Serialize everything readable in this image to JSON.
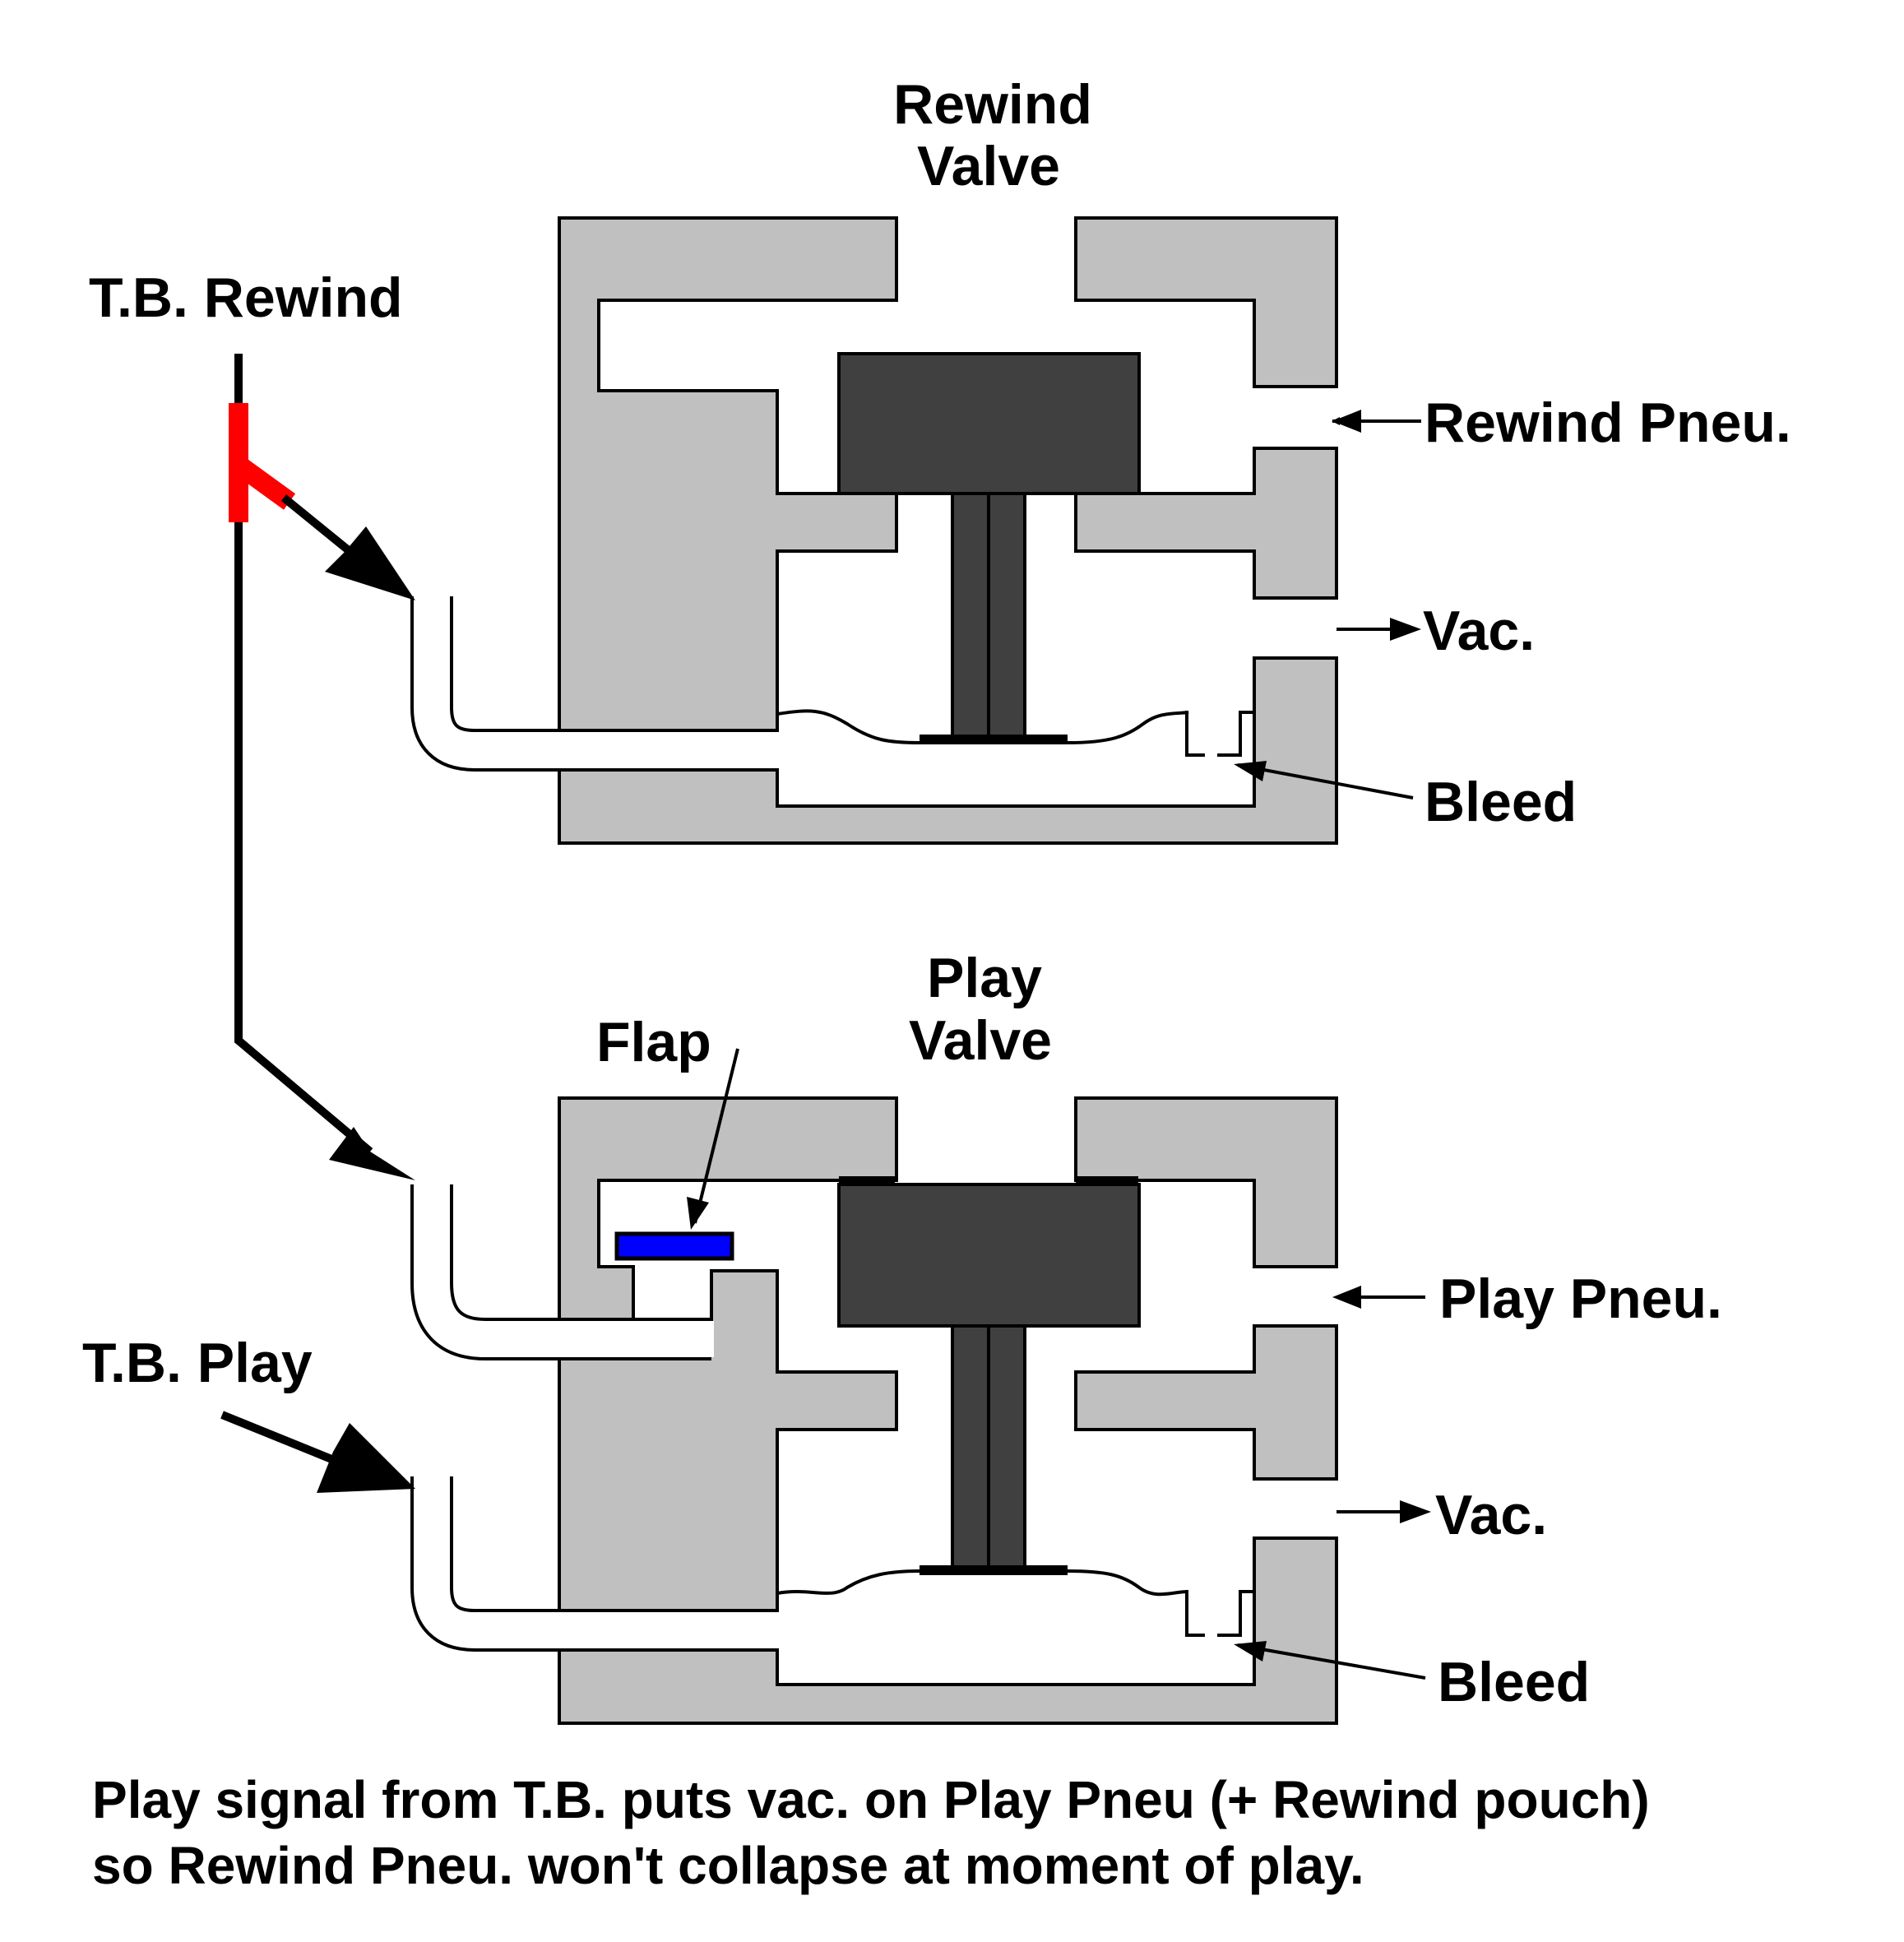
{
  "labels": {
    "rewind_valve_line1": "Rewind",
    "rewind_valve_line2": "Valve",
    "tb_rewind": "T.B. Rewind",
    "rewind_pneu": "Rewind Pneu.",
    "vac_top": "Vac.",
    "bleed_top": "Bleed",
    "play_valve_line1": "Play",
    "play_valve_line2": "Valve",
    "flap": "Flap",
    "play_pneu": "Play Pneu.",
    "tb_play": "T.B. Play",
    "vac_bottom": "Vac.",
    "bleed_bottom": "Bleed"
  },
  "caption": {
    "line1": "Play signal from T.B. puts vac. on Play Pneu (+ Rewind pouch)",
    "line2": "so Rewind Pneu. won't collapse at moment of play."
  },
  "colors": {
    "valve_body": "#c0c0c0",
    "valve_disc": "#404040",
    "tee_fitting": "#ff0000",
    "flap": "#0000ff",
    "outline": "#000000",
    "background": "#ffffff"
  }
}
